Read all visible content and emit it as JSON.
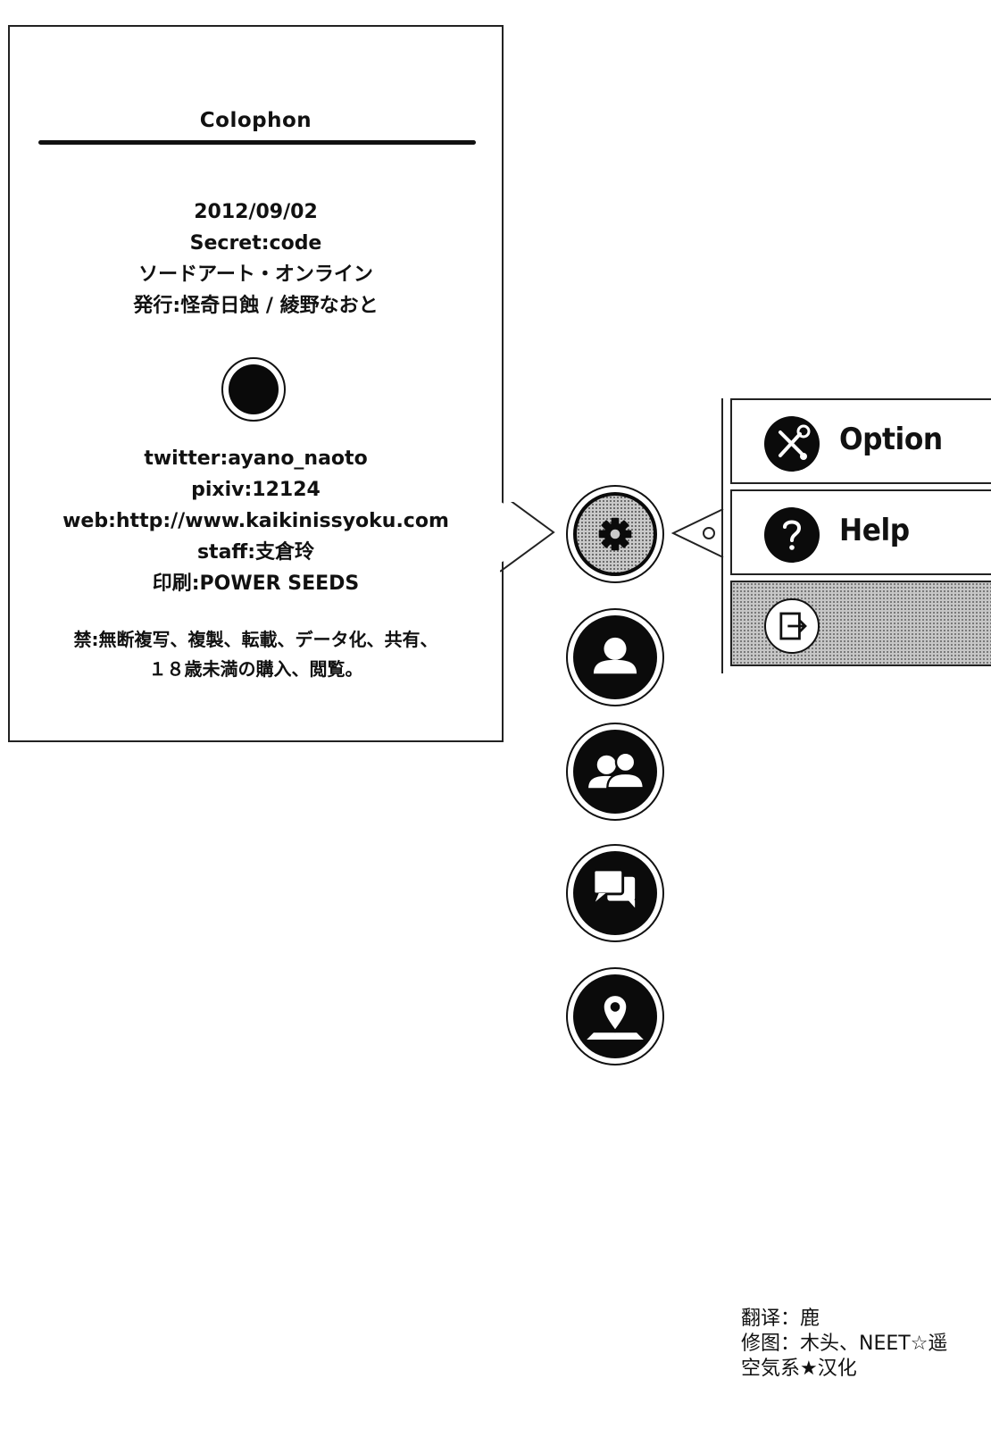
{
  "colophon": {
    "title": "Colophon",
    "date": "2012/09/02",
    "book_title": "Secret:code",
    "series": "ソードアート・オンライン",
    "publisher": "発行:怪奇日蝕 / 綾野なおと",
    "twitter": "twitter:ayano_naoto",
    "pixiv": "pixiv:12124",
    "web": "web:http://www.kaikinissyoku.com",
    "staff": "staff:支倉玲",
    "printing": "印刷:POWER SEEDS",
    "notice_line1": "禁:無断複写、複製、転載、データ化、共有、",
    "notice_line2": "１８歳未満の購入、閲覧。"
  },
  "round_menu": [
    {
      "icon": "gear-icon",
      "active": true
    },
    {
      "icon": "user-icon",
      "active": false
    },
    {
      "icon": "users-icon",
      "active": false
    },
    {
      "icon": "chat-icon",
      "active": false
    },
    {
      "icon": "map-pin-icon",
      "active": false
    }
  ],
  "side_menu": {
    "option_label": "Option",
    "help_label": "Help",
    "option_icon": "wrench-screwdriver-icon",
    "help_icon": "question-icon",
    "logout_icon": "logout-icon"
  },
  "credits": {
    "line1": "翻译：鹿",
    "line2": "修图：木头、NEET☆遥",
    "line3": "空気系★汉化"
  }
}
